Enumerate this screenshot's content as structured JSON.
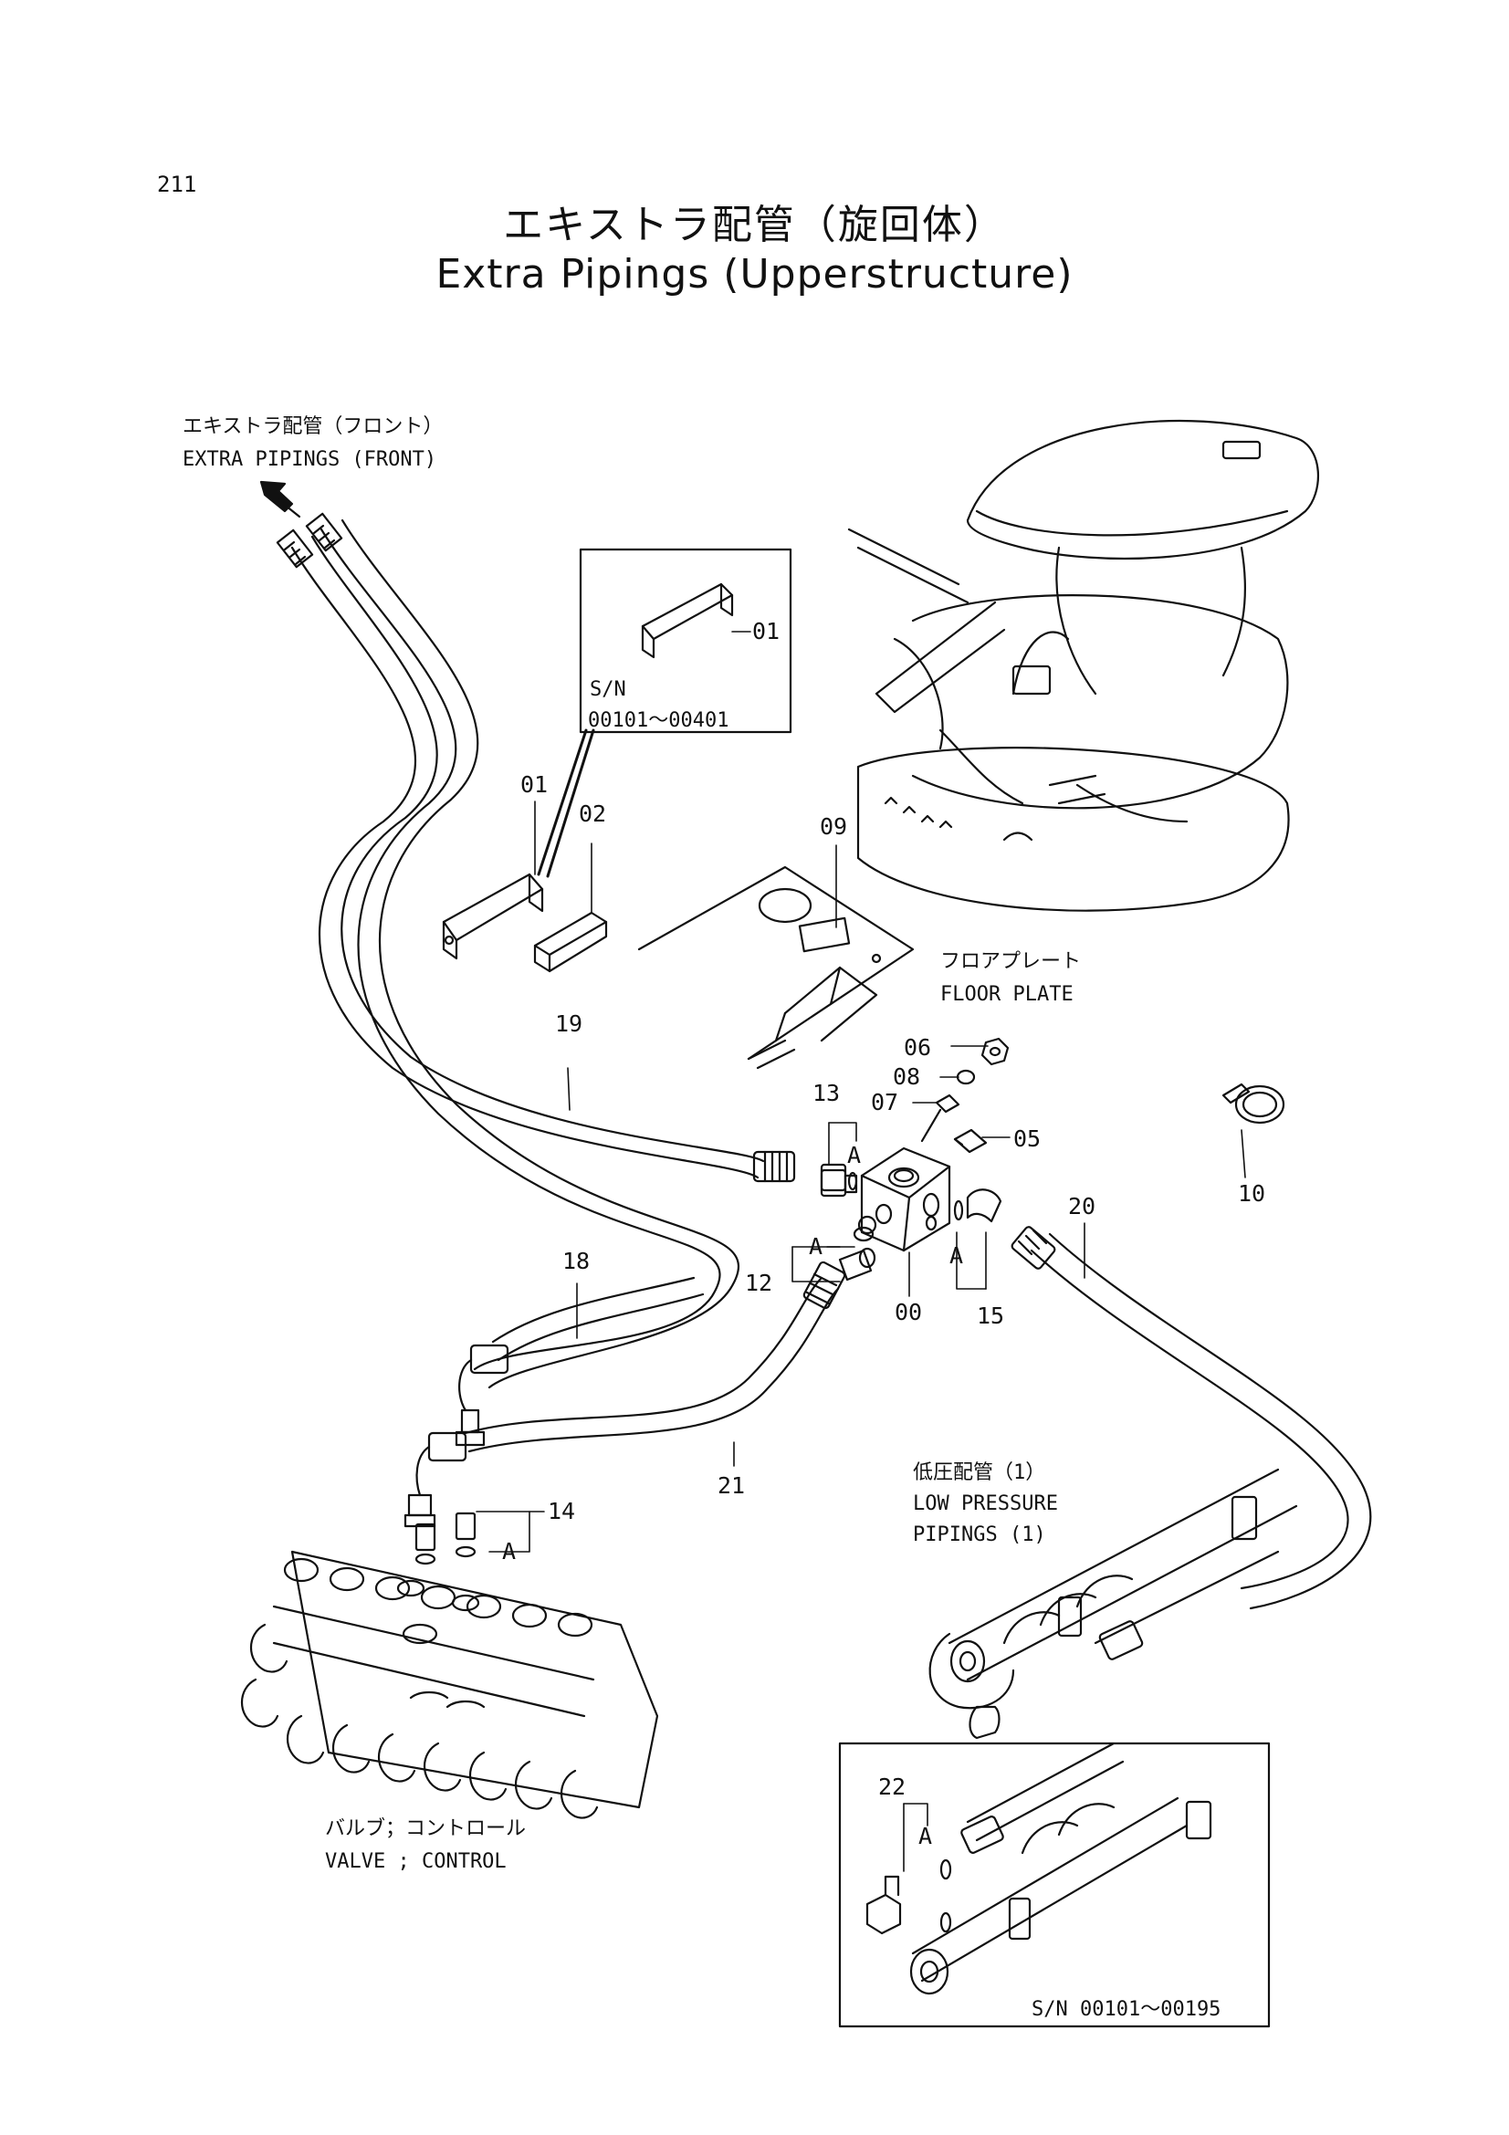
{
  "page": {
    "number": "211",
    "title_ja": "エキストラ配管（旋回体）",
    "title_en": "Extra Pipings (Upperstructure)"
  },
  "references": {
    "front_ja": "エキストラ配管（フロント）",
    "front_en": "EXTRA PIPINGS (FRONT)",
    "floor_ja": "フロアプレート",
    "floor_en": "FLOOR PLATE",
    "lowpress_ja": "低圧配管（1）",
    "lowpress_en_1": "LOW PRESSURE",
    "lowpress_en_2": "PIPINGS (1)",
    "valve_ja": "バルブ；コントロール",
    "valve_en": "VALVE ; CONTROL"
  },
  "serials": {
    "inset1_sn": "S/N",
    "inset1_range": "00101～00401",
    "inset2": "S/N 00101～00195"
  },
  "callouts": {
    "p00": "00",
    "p01": "01",
    "p02": "02",
    "p05": "05",
    "p06": "06",
    "p07": "07",
    "p08": "08",
    "p09": "09",
    "p10": "10",
    "p12": "12",
    "p13": "13",
    "p14": "14",
    "p15": "15",
    "p18": "18",
    "p19": "19",
    "p20": "20",
    "p21": "21",
    "p22": "22",
    "mark_a": "A"
  }
}
